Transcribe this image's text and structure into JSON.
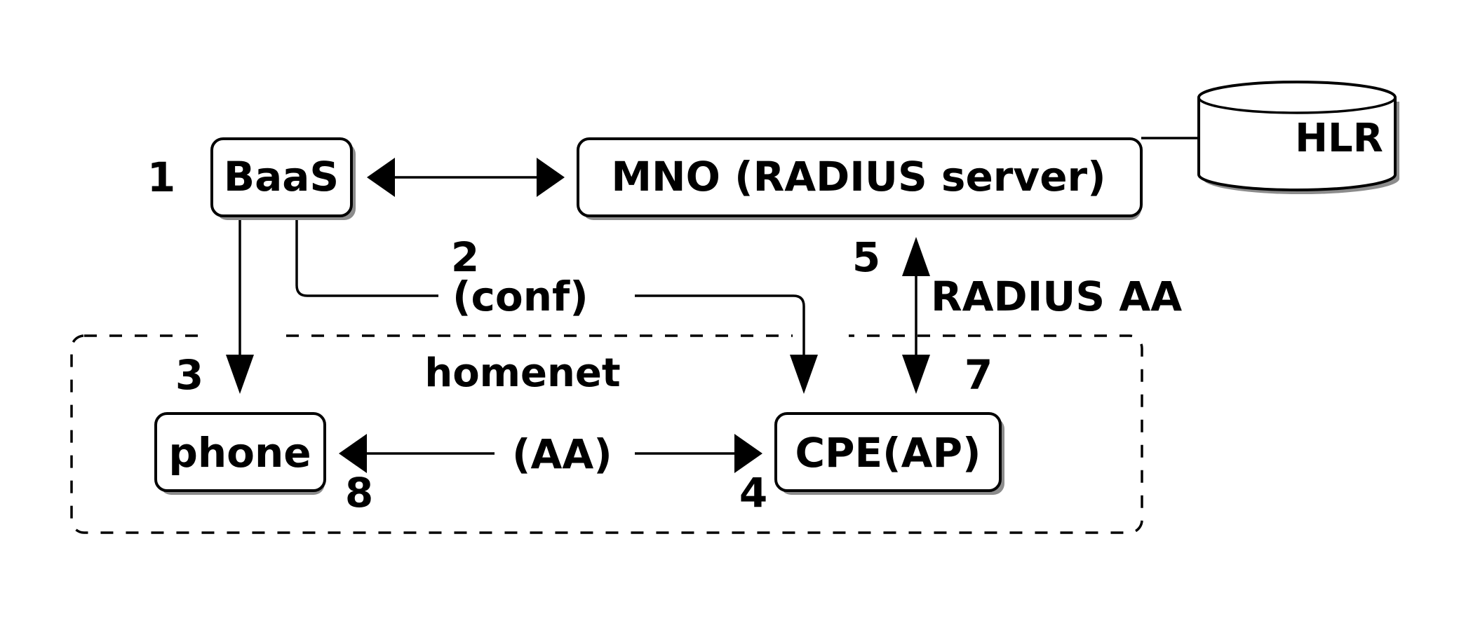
{
  "nodes": {
    "baas": "BaaS",
    "mno": "MNO (RADIUS server)",
    "hlr": "HLR",
    "phone": "phone",
    "cpe": "CPE(AP)"
  },
  "group": {
    "homenet": "homenet"
  },
  "edges": {
    "conf": "(conf)",
    "aa": "(AA)",
    "radius_aa": "RADIUS AA"
  },
  "steps": [
    "1",
    "2",
    "3",
    "4",
    "5",
    "7",
    "8"
  ]
}
